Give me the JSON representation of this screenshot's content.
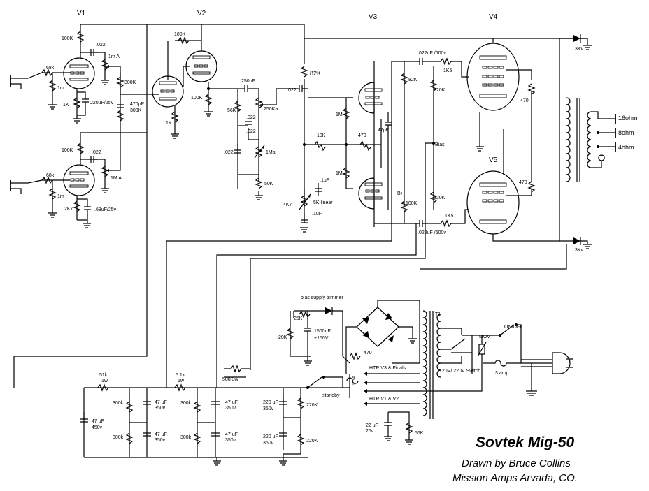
{
  "title": "Sovtek  Mig-50",
  "credit_line1": "Drawn by Bruce Collins",
  "credit_line2": "Mission Amps  Arvada, CO.",
  "tubes": {
    "v1": "V1",
    "v2": "V2",
    "v3": "V3",
    "v4": "V4",
    "v5": "V5"
  },
  "outputs": {
    "o16": "16ohm",
    "o8": "8ohm",
    "o4": "4ohm"
  },
  "labels": {
    "r100k_v1": "100K",
    "r68k_1": "68k",
    "r1m_1": "1m",
    "r1k_1": "1K",
    "c022_1": ".022",
    "pot1ma_1": "1m A",
    "c220uf": "220uF/25v",
    "r300k_1": "300K",
    "c470pf": "470pF",
    "r300k_2": "300K",
    "r100k_v1b": "100K",
    "r68k_2": "68k",
    "r1m_2": "1m",
    "c022_2": ".022",
    "pot1ma_2": "1M A",
    "r2k7": "2K7",
    "c68uf": ".68uF/25v",
    "r100k_v2": "100K",
    "r1k_v2": "1K",
    "r100k_v2b": "100K",
    "c250pf": "250pF",
    "r56k": "56K",
    "c022_t1": ".022",
    "pot250ka": "250Ka",
    "c022_t2": ".022",
    "pot1ma_t": "1Ma",
    "r50k": "50K",
    "r82k": "82K",
    "c022_pi": ".022",
    "r1m_pi1": "1M",
    "r10k_pi": "10K",
    "r470_pi": "470",
    "r1m_pi2": "1M",
    "c47pf": "47pF",
    "c1uf_pi": ".1uF",
    "r4k7": "4K7",
    "pot5k": "5K linear",
    "c1uf_pi2": ".1uF",
    "r82k_pi": "82K",
    "r220k_pi1": "220K",
    "bplus": "B+",
    "r100k_pi": "100K",
    "r220k_pi2": "220K",
    "c022_600_1": ".022uF /600v",
    "r1k5_1": "1K5",
    "c022_600_2": ".022uF /600v",
    "r1k5_2": "1K5",
    "bias": "Bias",
    "r470_v4": "470",
    "r470_v5": "470",
    "d3kv_1": "3Kv",
    "d3kv_2": "3Kv",
    "bias_trim": "bias supply trimmer",
    "pot25k": "25K",
    "r20k": "20K",
    "c1500uf": "1500uF",
    "c150v": "+150V",
    "r51k": "51k",
    "r51k_w": "1w",
    "r5_1k": "5.1k",
    "r5_1k_w": "1w",
    "r500_3w": "500/3w",
    "c47uf_450": "47 uF",
    "c47uf_450v": "450v",
    "r300k_a1": "300k",
    "r300k_a2": "300k",
    "c47uf_a1": "47 uF",
    "c350_a1": "350v",
    "c47uf_a2": "47 uF",
    "c350_a2": "350v",
    "r300k_b1": "300k",
    "r300k_b2": "300k",
    "c47uf_b1": "47 uF",
    "c350_b1": "350v",
    "c47uf_b2": "47 uF",
    "c350_b2": "350v",
    "c220uf_c1": "220 uF",
    "c350_c1": "350v",
    "r220k_c1": "220K",
    "c220uf_c2": "220 uF",
    "c350_c2": "350v",
    "r220k_c2": "220K",
    "standby": "standby",
    "fuse15a": "1.5A",
    "r470_htr": "470",
    "htr_v3": "HTR V3 & Finals",
    "htr_v1": "HTR V1 & V2",
    "c22uf": "22 uF",
    "c25v": "25v",
    "r56k_htr": "56K",
    "t1": "T1",
    "switch120": "120V/ 220V Switch",
    "mov": "MOV",
    "onoff": "ON/OFF",
    "fuse3a": "3 amp"
  }
}
